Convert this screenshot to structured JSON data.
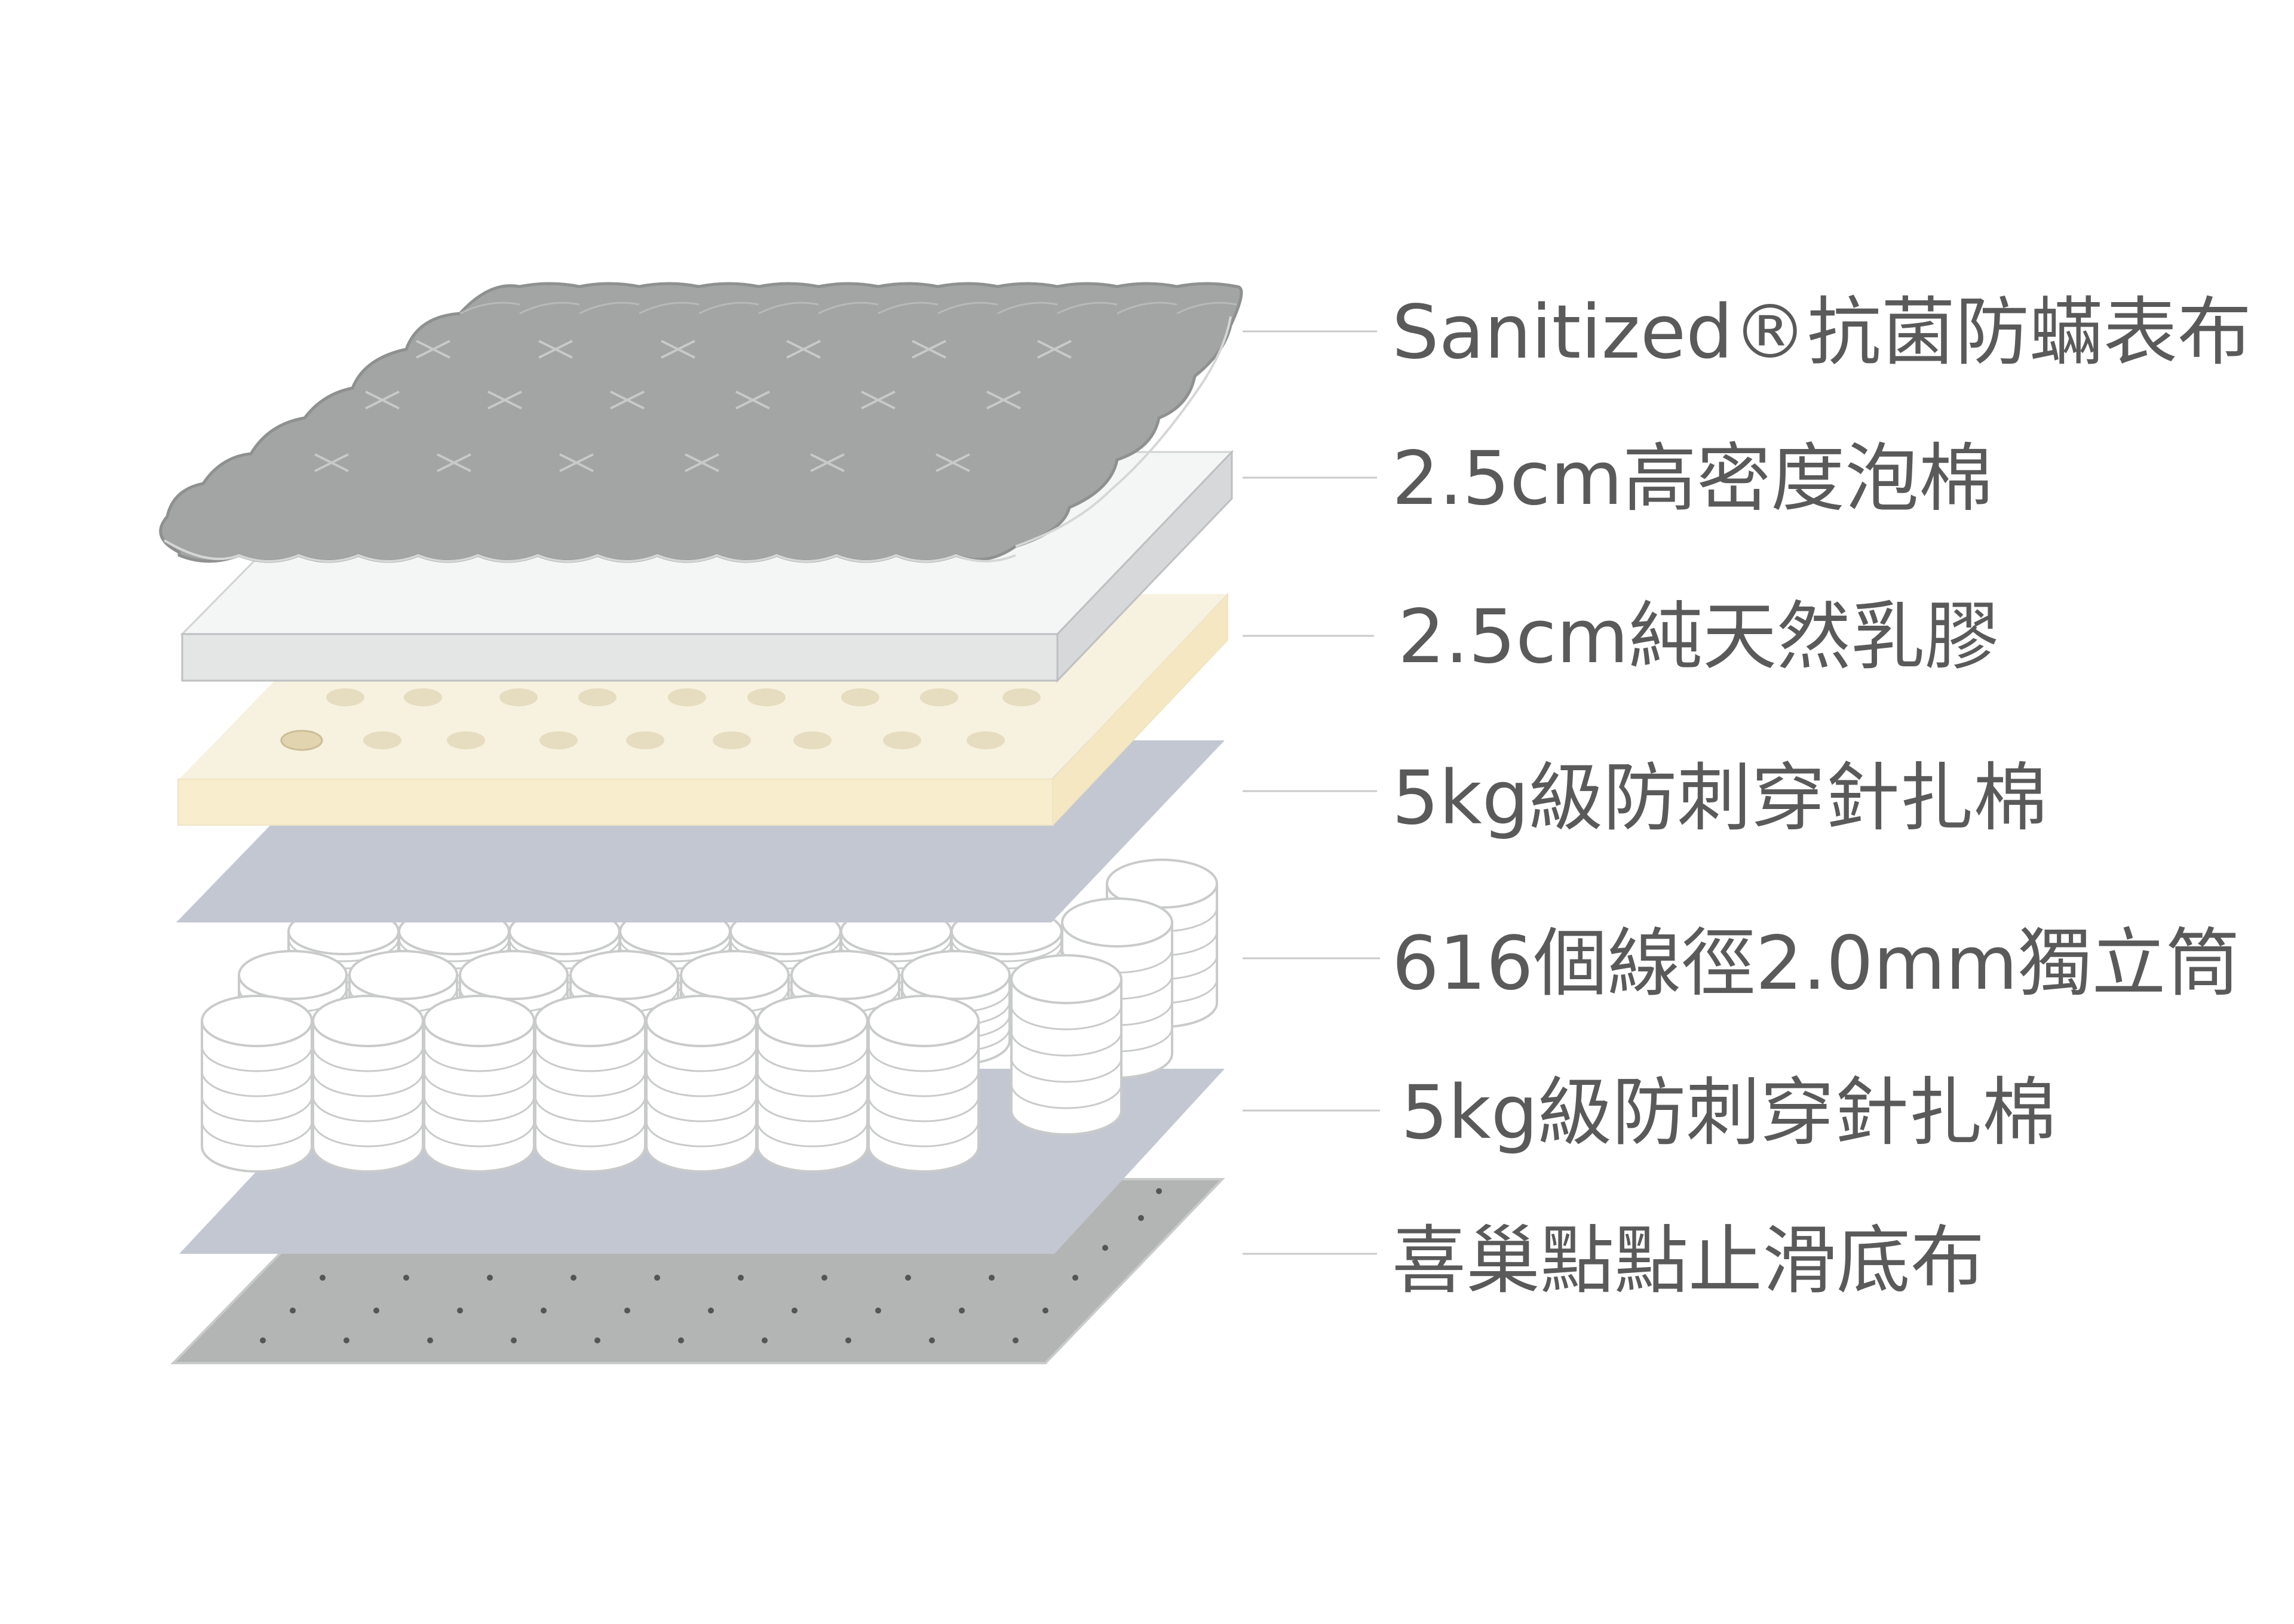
{
  "diagram": {
    "layers": [
      {
        "id": "cover",
        "label": "Sanitized®抗菌防蟎表布"
      },
      {
        "id": "foam",
        "label": "2.5cm高密度泡棉"
      },
      {
        "id": "latex",
        "label": "2.5cm純天然乳膠"
      },
      {
        "id": "felt-top",
        "label": "5kg級防刺穿針扎棉"
      },
      {
        "id": "springs",
        "label": "616個線徑2.0mm獨立筒"
      },
      {
        "id": "felt-bottom",
        "label": "5kg級防刺穿針扎棉"
      },
      {
        "id": "base",
        "label": "喜巢點點止滑底布"
      }
    ],
    "colors": {
      "cover": "#a3a4a4",
      "foam_top": "#f4f6f6",
      "foam_side": "#dcdedf",
      "latex_top": "#f7f1df",
      "latex_side": "#f8edcd",
      "latex_dot": "#e6dcbf",
      "felt": "#c3c7d2",
      "base": "#b3b4b4",
      "spring": "#ffffff",
      "spring_stroke": "#c9caca",
      "leader": "#c9caca",
      "text": "#5a5a5a"
    }
  }
}
